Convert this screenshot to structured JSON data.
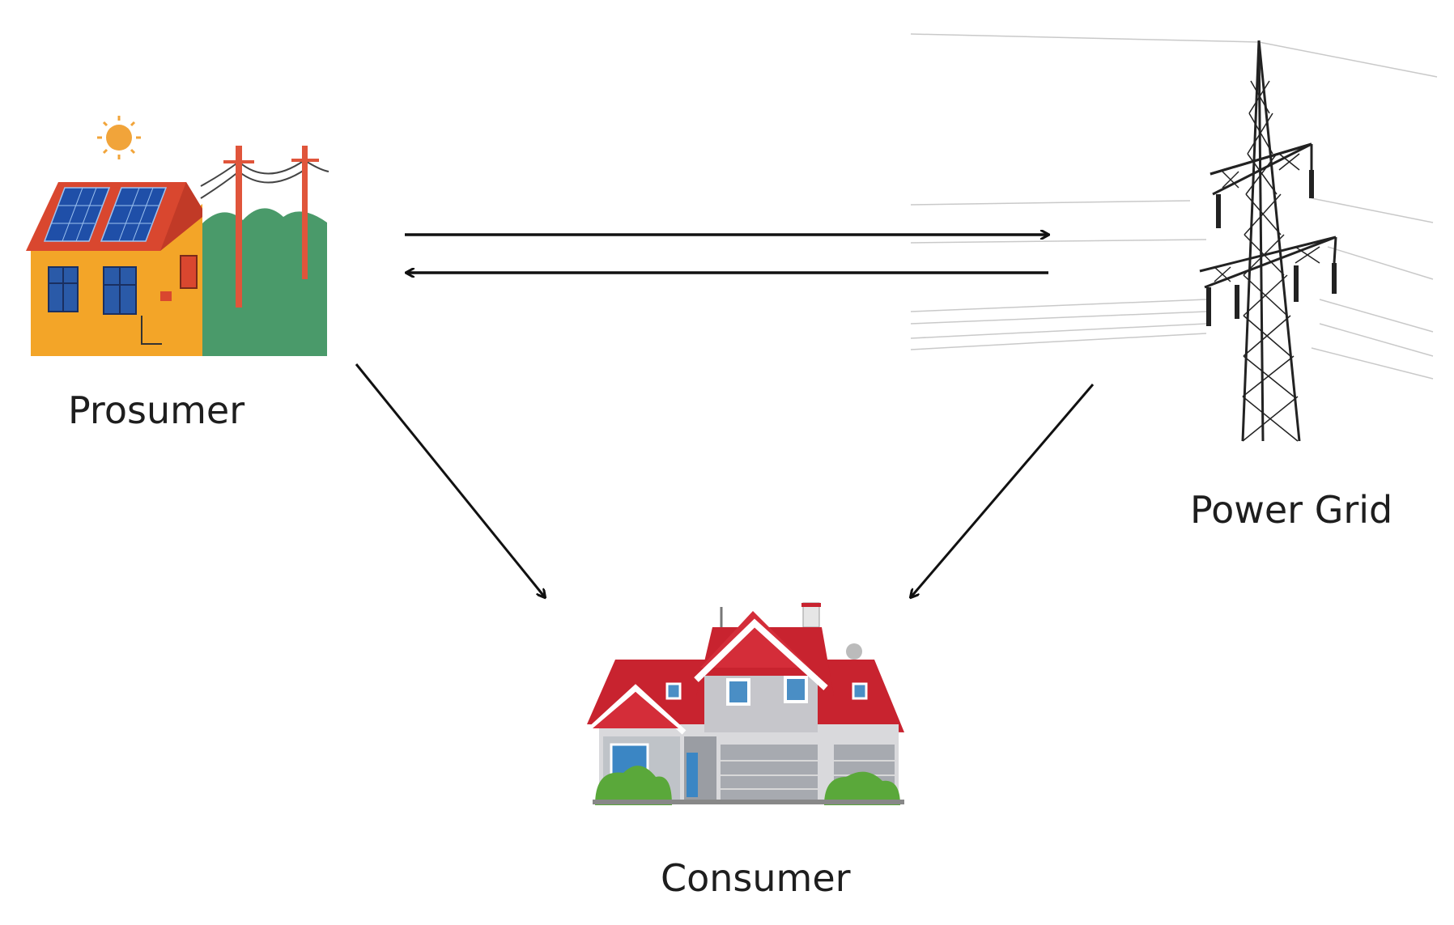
{
  "nodes": {
    "prosumer": {
      "label": "Prosumer",
      "icon": "solar-house-icon"
    },
    "grid": {
      "label": "Power Grid",
      "icon": "transmission-tower-icon"
    },
    "consumer": {
      "label": "Consumer",
      "icon": "house-icon"
    }
  },
  "edges": [
    {
      "from": "prosumer",
      "to": "grid"
    },
    {
      "from": "grid",
      "to": "prosumer"
    },
    {
      "from": "prosumer",
      "to": "consumer"
    },
    {
      "from": "grid",
      "to": "consumer"
    }
  ],
  "colors": {
    "roof_red": "#d9472f",
    "wall_orange": "#f3a528",
    "solar_blue": "#1f4fa8",
    "hill_green": "#4a9a6a",
    "pole_red": "#e0553b",
    "sun": "#f1a43a",
    "consumer_roof": "#c8232f",
    "consumer_wall": "#d9d9dc",
    "bush_green": "#5aa83a",
    "tower_black": "#222222",
    "arrow": "#111111"
  }
}
